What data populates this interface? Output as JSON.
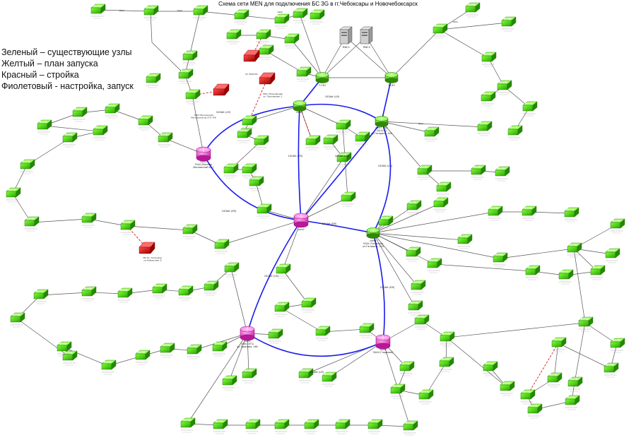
{
  "title": "Схема сети MEN для подключения БС 3G в гг.Чебоксары и Новочебоксарск",
  "legend": [
    "Зеленый – существующие узлы",
    "Желтый – план запуска",
    "Красный – стройка",
    "Фиолетовый - настройка, запуск"
  ],
  "colors": {
    "existing": "#33cc00",
    "planned": "#dddd00",
    "construction": "#cc1111",
    "core": "#ee55cc",
    "link": "#555555",
    "ring": "#1a1aee",
    "planned_link": "#cc0000"
  },
  "core_nodes": [
    {
      "id": "core1",
      "label": "core1\n5344 (Москва)\nМоскваский пр.1"
    },
    {
      "id": "core2",
      "label": "core2"
    },
    {
      "id": "core3",
      "label": "core3"
    },
    {
      "id": "core4",
      "label": "core4\n5344 (Гагарина)\nул.Гагарина, 104"
    },
    {
      "id": "core5",
      "label": "core5\n4400 (АТС)\nул.Тарасова, 16А"
    },
    {
      "id": "core6",
      "label": "core6\n5044 (Гладкова)"
    },
    {
      "id": "core7",
      "label": "core7 (Пб)\n(2014-3)\nул.Гагарина, 104"
    },
    {
      "id": "corex",
      "label": "core8\n5058 (Баумана)\nул.Университетская, 2"
    }
  ],
  "ring_labels": [
    "10Gbit (LR)",
    "10Gbit (LR)",
    "10Gbit (LR)",
    "10Gbit (ER)",
    "10Gbit (ER)",
    "10Gbit (ER)",
    "10Gbit (LR)",
    "10Gbit (LR)",
    "10Gbit (ER)",
    "10Gbit (LR)"
  ],
  "rnc_labels": [
    "RNC1",
    "RNC2"
  ],
  "cisco_labels": [
    "7-CE2",
    "7-CE1"
  ],
  "plan_labels": [
    "ВО Эл. Титановую\nпл.Кабыштова, 8",
    "7002 (Московский)\nМосковский пр.27/2 ТЗК",
    "5301 (Прокофьева)\nул. Прокофьева, 2",
    "РС 3502704"
  ],
  "street_labels": [
    "1Gbit",
    "1Gbit",
    "1Gbit",
    "1Gbit",
    "1Gbit"
  ]
}
